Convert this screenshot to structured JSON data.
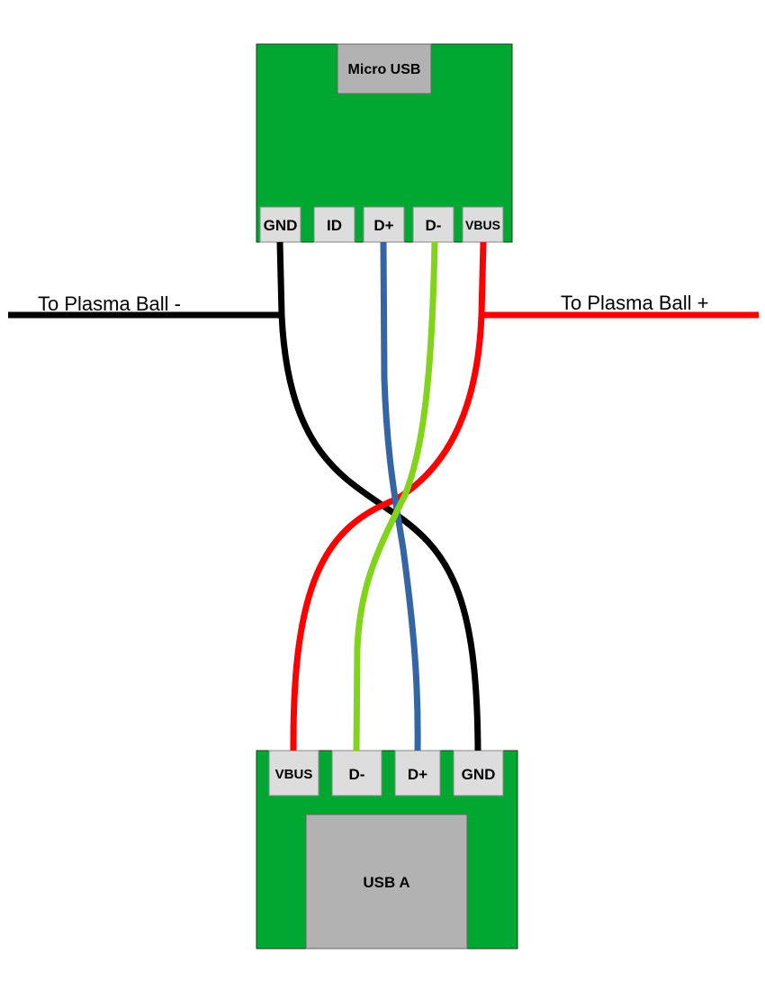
{
  "top_board": {
    "connector_label": "Micro USB",
    "pins": [
      "GND",
      "ID",
      "D+",
      "D-",
      "VBUS"
    ]
  },
  "bottom_board": {
    "connector_label": "USB A",
    "pins": [
      "VBUS",
      "D-",
      "D+",
      "GND"
    ]
  },
  "labels": {
    "left": "To Plasma Ball -",
    "right": "To Plasma Ball +"
  },
  "colors": {
    "board": "#00a832",
    "connector": "#b2b2b2",
    "pin": "#dddddd",
    "gnd_wire": "#000000",
    "vbus_wire": "#ff0000",
    "dplus_wire": "#3465a4",
    "dminus_wire": "#81d41a"
  }
}
